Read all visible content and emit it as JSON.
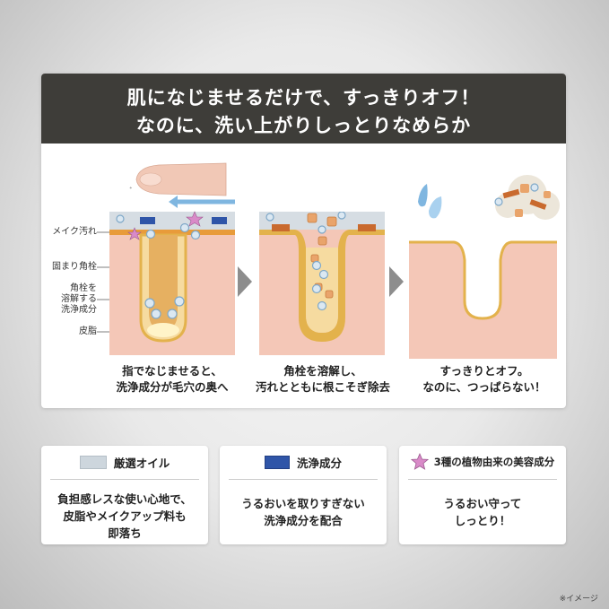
{
  "header": {
    "line1": "肌になじませるだけで、すっきりオフ！",
    "line2": "なのに、洗い上がりしっとりなめらか"
  },
  "labels": {
    "makeup": "メイク汚れ",
    "plug": "固まり角栓",
    "ingredient_l1": "角栓を",
    "ingredient_l2": "溶解する",
    "ingredient_l3": "洗浄成分",
    "sebum": "皮脂"
  },
  "captions": [
    {
      "l1": "指でなじませると、",
      "l2": "洗浄成分が毛穴の奥へ"
    },
    {
      "l1": "角栓を溶解し、",
      "l2": "汚れとともに根こそぎ除去"
    },
    {
      "l1": "すっきりとオフ。",
      "l2": "なのに、つっぱらない！"
    }
  ],
  "legend": [
    {
      "title": "厳選オイル",
      "l1": "負担感レスな使い心地で、",
      "l2": "皮脂やメイクアップ料も",
      "l3": "即落ち",
      "icon": "oil-swatch"
    },
    {
      "title": "洗浄成分",
      "l1": "うるおいを取りすぎない",
      "l2": "洗浄成分を配合",
      "l3": "",
      "icon": "cleanser-swatch"
    },
    {
      "title": "3種の植物由来の美容成分",
      "l1": "うるおい守って",
      "l2": "しっとり！",
      "l3": "",
      "icon": "star-icon"
    }
  ],
  "note": "※イメージ",
  "colors": {
    "header_bg": "#3e3d39",
    "skin": "#f4c7b7",
    "pore_yellow": "#e3b24c",
    "cleanser_blue": "#2f55a8",
    "star_pink": "#d98ac8"
  }
}
